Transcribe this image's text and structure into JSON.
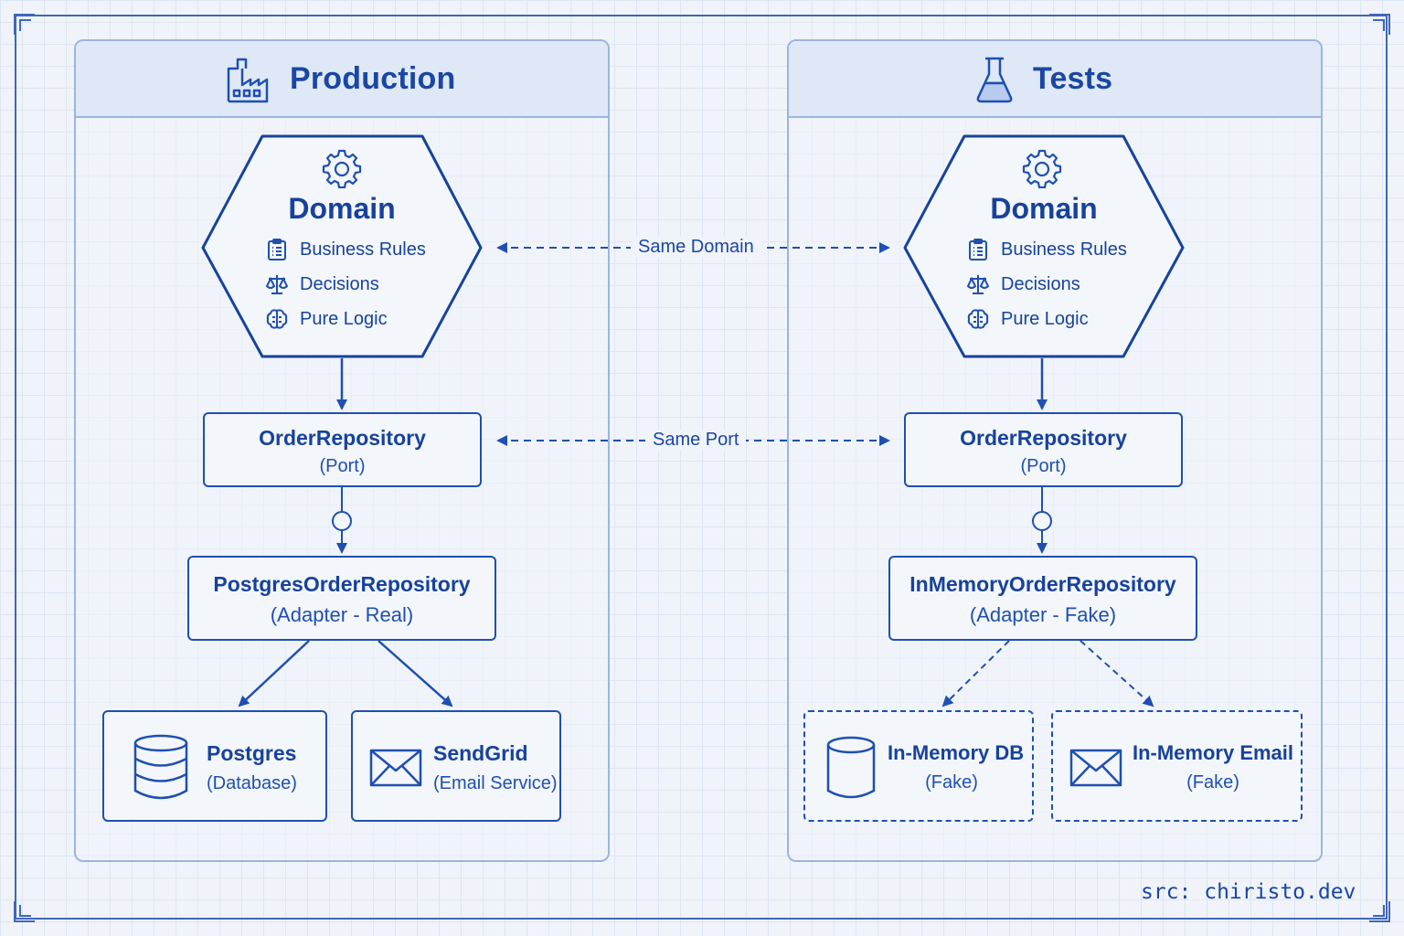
{
  "source_credit": "src: chiristo.dev",
  "colors": {
    "accent": "#1f4fb0",
    "panel_border": "#9bb5e0",
    "header_fill": "#dfe8f6",
    "background": "#f0f3f9"
  },
  "connectors": {
    "same_domain": "Same Domain",
    "same_port": "Same Port"
  },
  "production": {
    "title": "Production",
    "icon": "factory-icon",
    "domain": {
      "title": "Domain",
      "items": [
        {
          "icon": "clipboard-list-icon",
          "label": "Business Rules"
        },
        {
          "icon": "scales-icon",
          "label": "Decisions"
        },
        {
          "icon": "brain-icon",
          "label": "Pure Logic"
        }
      ]
    },
    "port": {
      "name": "OrderRepository",
      "role": "(Port)"
    },
    "adapter": {
      "name": "PostgresOrderRepository",
      "role": "(Adapter - Real)"
    },
    "targets": [
      {
        "icon": "database-icon",
        "name": "Postgres",
        "role": "(Database)"
      },
      {
        "icon": "envelope-icon",
        "name": "SendGrid",
        "role": "(Email Service)"
      }
    ]
  },
  "tests": {
    "title": "Tests",
    "icon": "flask-icon",
    "domain": {
      "title": "Domain",
      "items": [
        {
          "icon": "clipboard-list-icon",
          "label": "Business Rules"
        },
        {
          "icon": "scales-icon",
          "label": "Decisions"
        },
        {
          "icon": "brain-icon",
          "label": "Pure Logic"
        }
      ]
    },
    "port": {
      "name": "OrderRepository",
      "role": "(Port)"
    },
    "adapter": {
      "name": "InMemoryOrderRepository",
      "role": "(Adapter - Fake)"
    },
    "targets": [
      {
        "icon": "cylinder-icon",
        "name": "In-Memory DB",
        "role": "(Fake)"
      },
      {
        "icon": "envelope-icon",
        "name": "In-Memory Email",
        "role": "(Fake)"
      }
    ]
  }
}
